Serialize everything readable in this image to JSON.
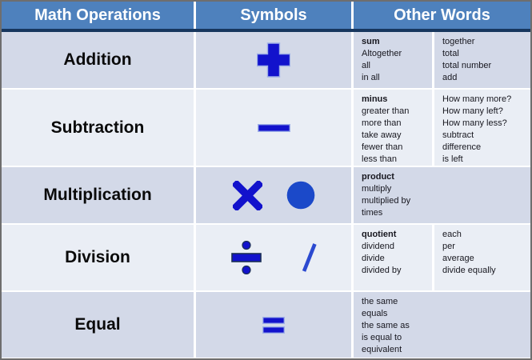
{
  "title": "Math operations vocabulary table",
  "header": {
    "columns": [
      "Math Operations",
      "Symbols",
      "Other Words"
    ]
  },
  "rows": [
    {
      "operation": "Addition",
      "symbols": [
        "plus-icon"
      ],
      "shade": "dark",
      "words": {
        "split": true,
        "lead_bold": true,
        "left": [
          "sum",
          "Altogether",
          "all",
          "in all"
        ],
        "right": [
          "together",
          "total",
          "total number",
          "add"
        ]
      }
    },
    {
      "operation": "Subtraction",
      "symbols": [
        "minus-icon"
      ],
      "shade": "light",
      "words": {
        "split": true,
        "lead_bold": true,
        "left": [
          "minus",
          "greater than",
          "more than",
          "take away",
          "fewer than",
          "less than"
        ],
        "right": [
          "How many more?",
          "How many left?",
          "How many less?",
          "subtract",
          "difference",
          "is left"
        ]
      }
    },
    {
      "operation": "Multiplication",
      "symbols": [
        "times-icon",
        "dot-icon"
      ],
      "shade": "dark",
      "words": {
        "split": false,
        "lead_bold": true,
        "left": [
          "product",
          "multiply",
          "multiplied by",
          "times"
        ],
        "right": []
      }
    },
    {
      "operation": "Division",
      "symbols": [
        "obelus-icon",
        "slash-icon"
      ],
      "shade": "light",
      "words": {
        "split": true,
        "lead_bold": true,
        "left": [
          "quotient",
          "dividend",
          "divide",
          "divided by"
        ],
        "right": [
          "each",
          "per",
          "average",
          "divide equally"
        ]
      }
    },
    {
      "operation": "Equal",
      "symbols": [
        "equals-icon"
      ],
      "shade": "dark",
      "words": {
        "split": false,
        "lead_bold": false,
        "left": [
          "the same",
          "equals",
          "the same as",
          "is equal to",
          "equivalent"
        ],
        "right": []
      }
    }
  ],
  "colors": {
    "header_blue": "#4e81bd",
    "header_text": "#ffffff",
    "header_underline_navy": "#17375e",
    "row_dark": "#d3d9e8",
    "row_light": "#eaeef5",
    "symbol_blue": "#1212cc",
    "dot_blue": "#1b49c9",
    "slash_blue": "#2b49d0",
    "symbol_halo": "#9fb0e8",
    "obelus_outline": "#1b2f55",
    "outer_border_gray": "#6e6e6e"
  }
}
